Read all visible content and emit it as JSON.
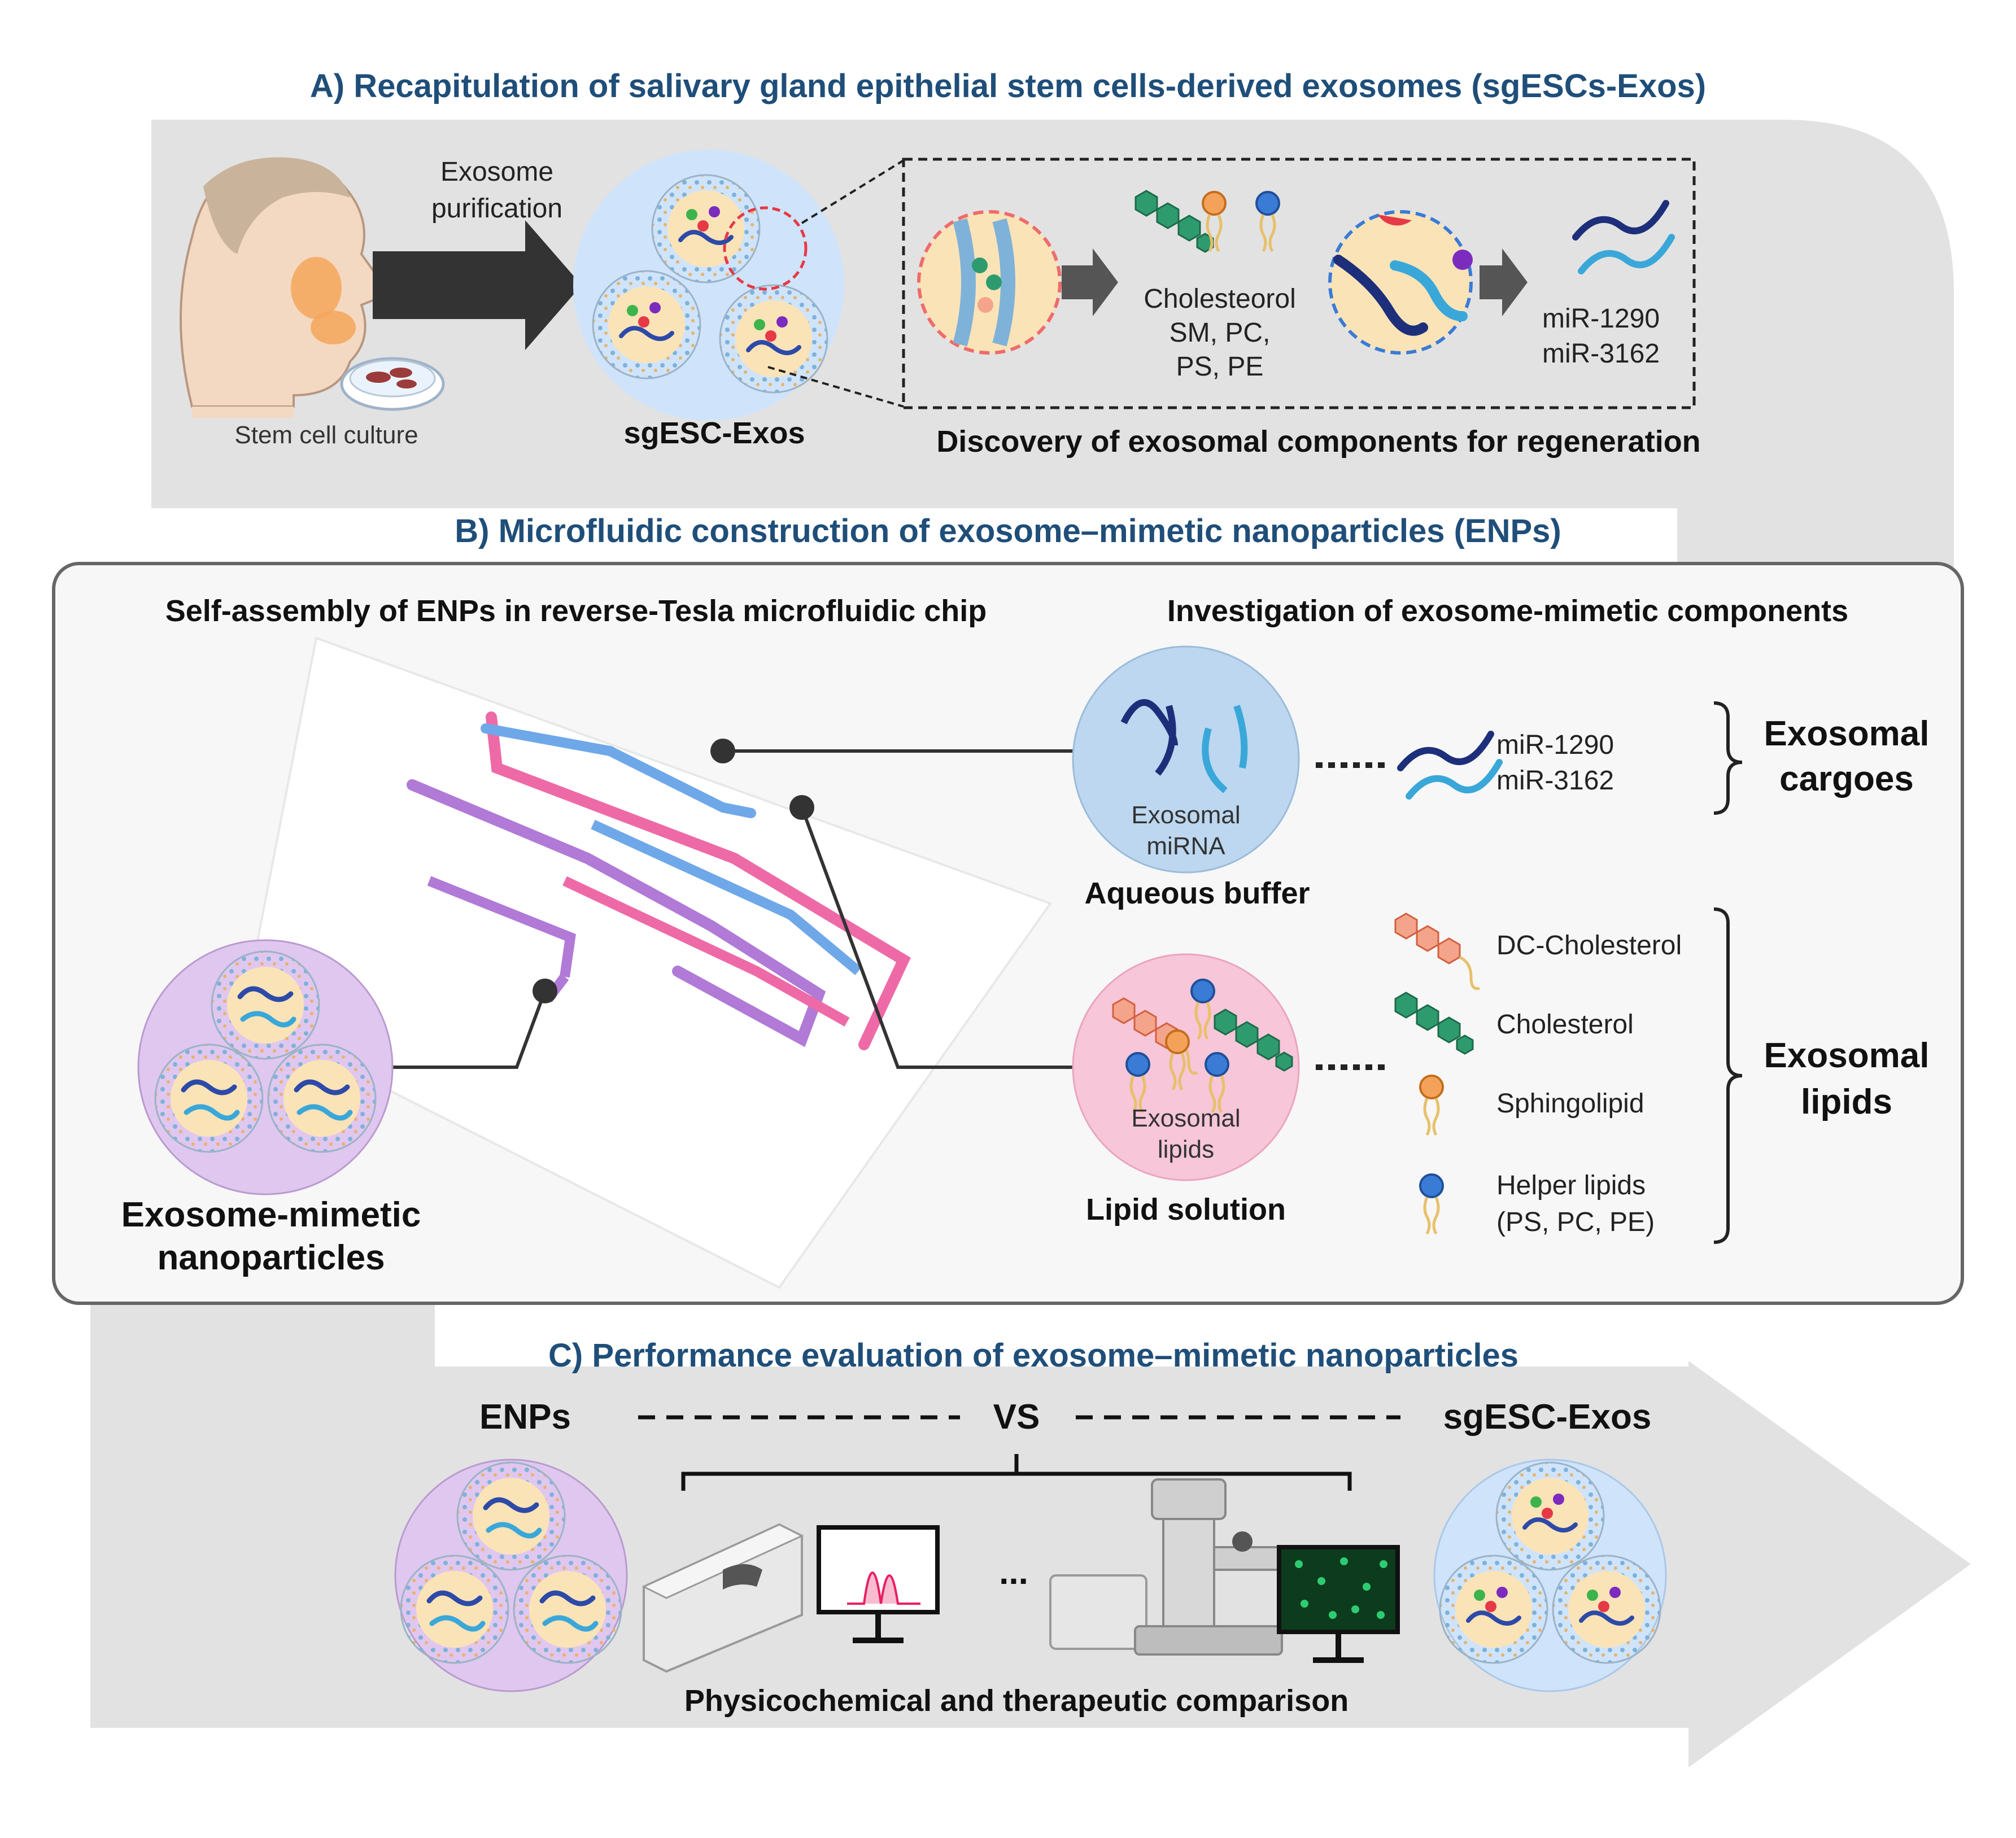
{
  "sectionA": {
    "title": "A) Recapitulation of salivary gland epithelial stem cells-derived exosomes (sgESCs-Exos)",
    "purification_line1": "Exosome",
    "purification_line2": "purification",
    "stem_cell_culture": "Stem cell culture",
    "sgesc_exos": "sgESC-Exos",
    "lipids_line1": "Cholesteorol",
    "lipids_line2": "SM, PC,",
    "lipids_line3": "PS, PE",
    "mir1": "miR-1290",
    "mir2": "miR-3162",
    "discovery": "Discovery of exosomal components for regeneration"
  },
  "sectionB": {
    "title": "B) Microfluidic construction of exosome–mimetic nanoparticles (ENPs)",
    "left_heading": "Self-assembly of ENPs in reverse-Tesla microfluidic chip",
    "right_heading": "Investigation of exosome-mimetic components",
    "mirna_circle_line1": "Exosomal",
    "mirna_circle_line2": "miRNA",
    "aqueous_buffer": "Aqueous buffer",
    "mir1": "miR-1290",
    "mir2": "miR-3162",
    "cargo_line1": "Exosomal",
    "cargo_line2": "cargoes",
    "lipid_circle_line1": "Exosomal",
    "lipid_circle_line2": "lipids",
    "lipid_solution": "Lipid solution",
    "dc_cholesterol": "DC-Cholesterol",
    "cholesterol": "Cholesterol",
    "sphingolipid": "Sphingolipid",
    "helper_line1": "Helper lipids",
    "helper_line2": "(PS, PC, PE)",
    "lipids_bracket_line1": "Exosomal",
    "lipids_bracket_line2": "lipids",
    "enp_line1": "Exosome-mimetic",
    "enp_line2": "nanoparticles"
  },
  "sectionC": {
    "title": "C) Performance evaluation of exosome–mimetic nanoparticles",
    "enps": "ENPs",
    "vs": "VS",
    "sgesc_exos": "sgESC-Exos",
    "ellipsis": "...",
    "comparison": "Physicochemical and therapeutic comparison"
  },
  "colors": {
    "title_blue": "#1f4e79",
    "gray_band": "#e2e2e2",
    "enp_purple": "#e0c7ef",
    "exo_blue": "#cfe4fb",
    "pink_channel": "#ee6aa7",
    "blue_channel": "#6fa8e8",
    "violet_channel": "#b07ad6"
  },
  "icons": [
    "face-profile-icon",
    "petri-dish-icon",
    "cholesterol-molecule-icon",
    "phospholipid-icon",
    "mirna-strand-icon",
    "microfluidic-chip-icon",
    "particle-sizer-icon",
    "microscope-icon",
    "monitor-icon"
  ]
}
